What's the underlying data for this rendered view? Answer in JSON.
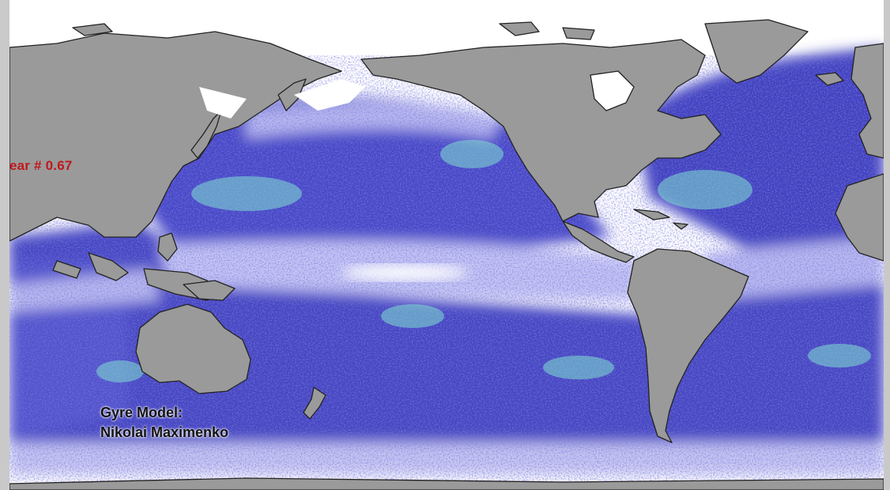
{
  "overlay": {
    "year_label": "ear # 0.67",
    "credit_line1": "Gyre Model:",
    "credit_line2": "Nikolai Maximenko"
  },
  "colors": {
    "land": "#9a9a9a",
    "coast": "#222222",
    "ocean_clear": "#ffffff",
    "debris_low": "#c3c3f2",
    "debris_mid": "#8a8ae6",
    "debris_high": "#2e2eae",
    "debris_peak": "#7fe0d0",
    "label_red": "#c0181c"
  }
}
